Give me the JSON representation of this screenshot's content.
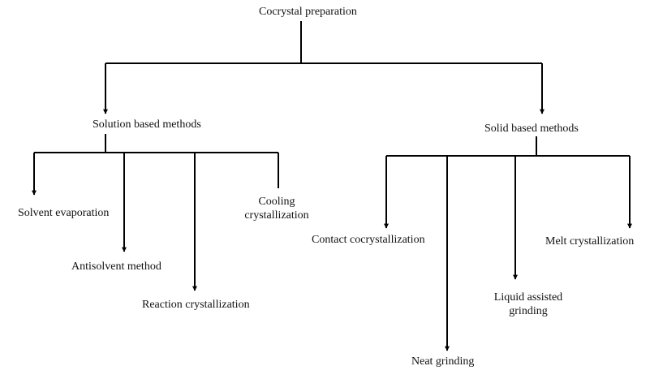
{
  "diagram": {
    "root": "Cocrystal preparation",
    "solution": {
      "label": "Solution based methods",
      "children": {
        "solvent_evaporation": "Solvent evaporation",
        "antisolvent": "Antisolvent method",
        "reaction": "Reaction crystallization",
        "cooling_line1": "Cooling",
        "cooling_line2": "crystallization"
      }
    },
    "solid": {
      "label": "Solid based methods",
      "children": {
        "contact": "Contact cocrystallization",
        "neat": "Neat grinding",
        "liquid_line1": "Liquid assisted",
        "liquid_line2": "grinding",
        "melt": "Melt crystallization"
      }
    }
  }
}
